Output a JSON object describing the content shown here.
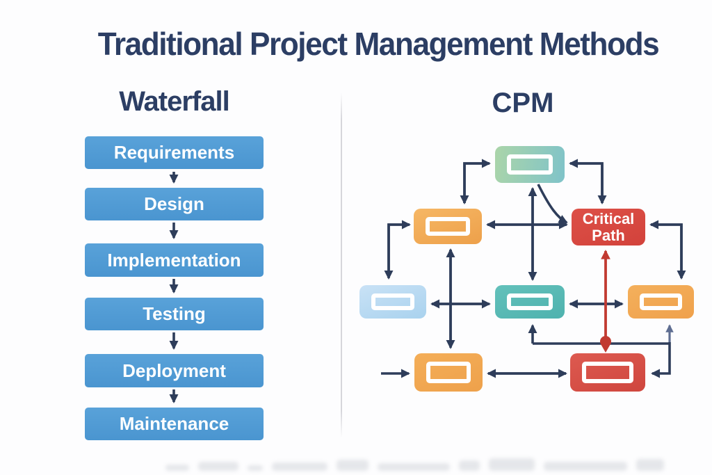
{
  "title": "Traditional Project Management Methods",
  "waterfall": {
    "heading": "Waterfall",
    "steps": [
      "Requirements",
      "Design",
      "Implementation",
      "Testing",
      "Deployment",
      "Maintenance"
    ]
  },
  "cpm": {
    "heading": "CPM",
    "critical_path": {
      "line1": "Critical",
      "line2": "Path"
    },
    "nodes": [
      {
        "id": "start-node",
        "style": "background:linear-gradient(100deg,#abd5a9,#7fc3c9)"
      },
      {
        "id": "task-a-node",
        "style": "background:linear-gradient(160deg,#f6b765,#eda04a)"
      },
      {
        "id": "critical-path-node",
        "style": "background:linear-gradient(160deg,#dd5047,#d2423b)"
      },
      {
        "id": "task-b-node",
        "style": "background:linear-gradient(160deg,#c9e2f6,#a9d2ee)"
      },
      {
        "id": "task-c-node",
        "style": "background:linear-gradient(160deg,#63c1bb,#4fb2ae)"
      },
      {
        "id": "task-d-node",
        "style": "background:linear-gradient(160deg,#f4b05c,#efa14c)"
      },
      {
        "id": "task-e-node",
        "style": "background:linear-gradient(160deg,#f4ae58,#eea14b)"
      },
      {
        "id": "finish-node",
        "style": "background:linear-gradient(160deg,#dd5a50,#cf463e)"
      }
    ]
  },
  "colors": {
    "title_navy": "#2c3e64",
    "connector_navy": "#2e3d5a",
    "critical_red": "#c13a31",
    "waterfall_blue": "#4f9bd5",
    "divider_gray": "#d6d6db"
  }
}
